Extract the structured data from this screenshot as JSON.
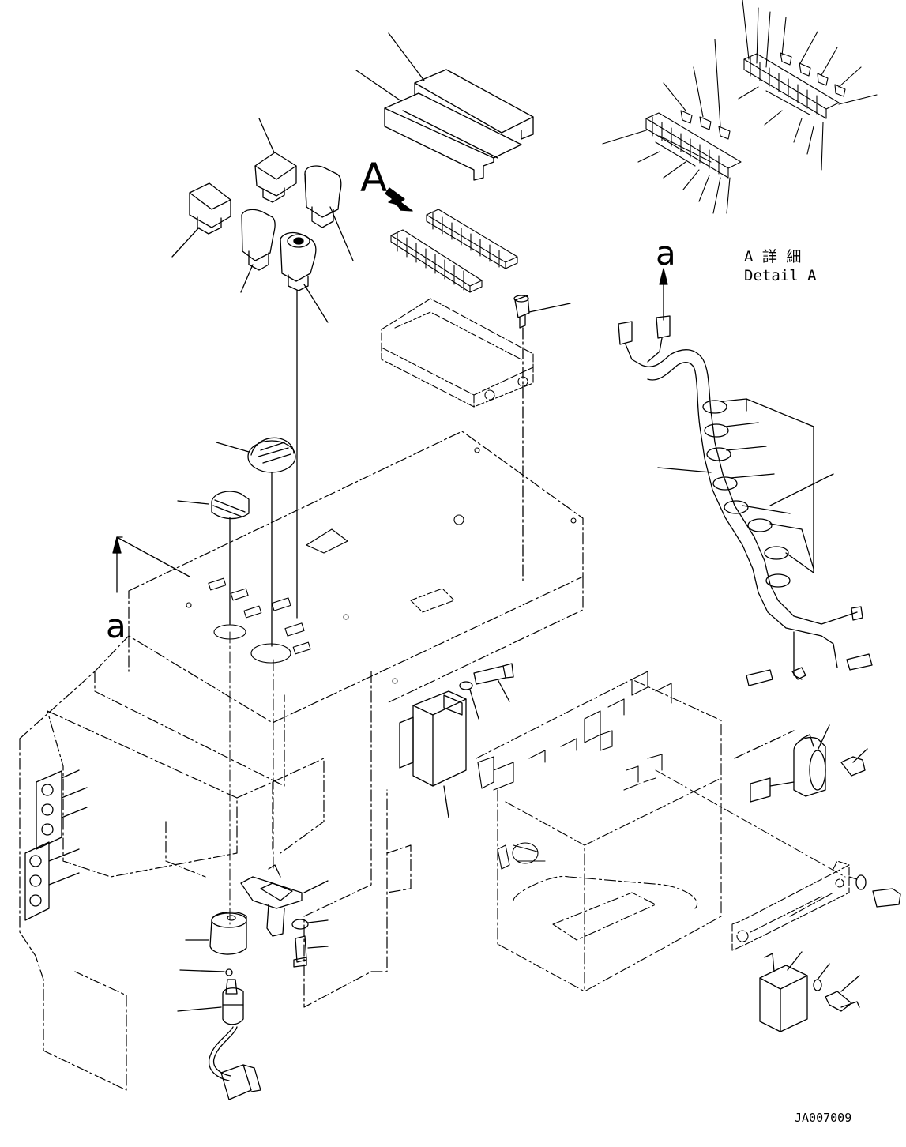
{
  "view_labels": {
    "view_arrow": "A",
    "section_arrow_top": "a",
    "section_arrow_side": "a"
  },
  "detail": {
    "title_jp": "A 詳 細",
    "title_en": "Detail A"
  },
  "drawing_code": "JA007009",
  "colors": {
    "ink": "#000000",
    "paper": "#ffffff"
  }
}
